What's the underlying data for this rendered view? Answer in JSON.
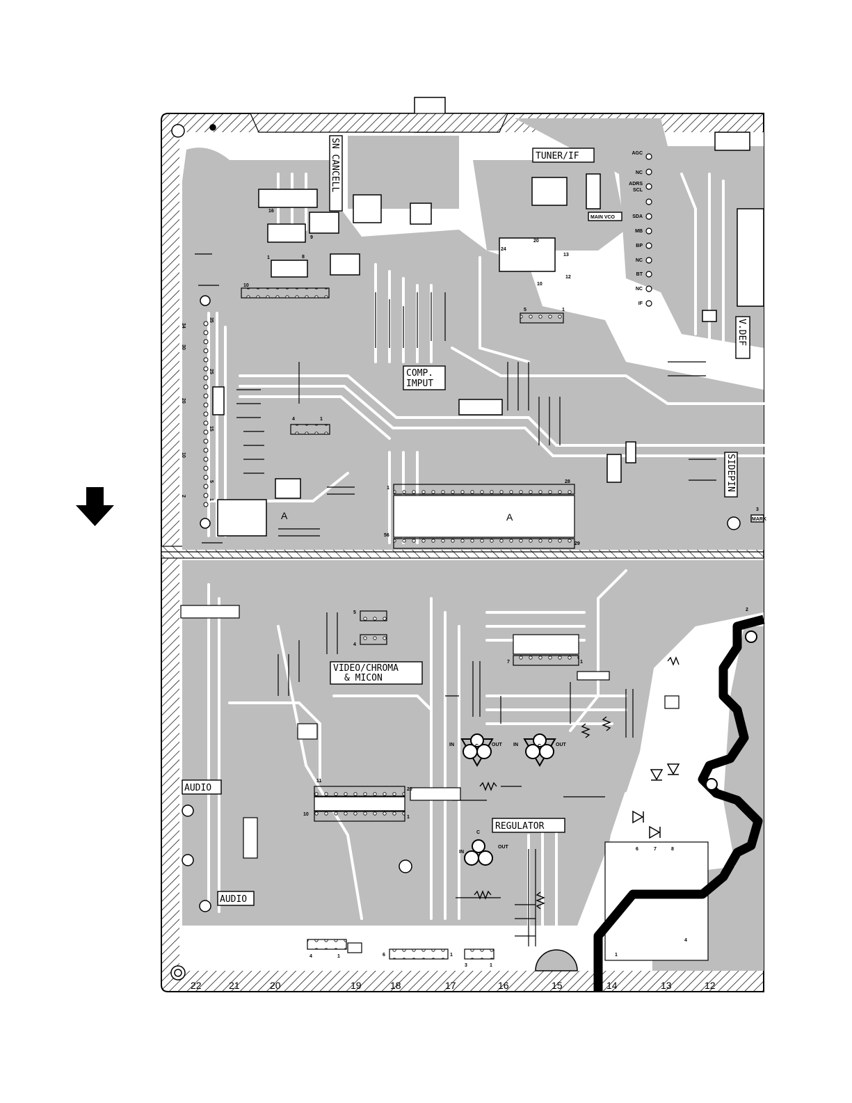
{
  "section_labels": {
    "sn_cancell": "SN CANCELL",
    "tuner_if": "TUNER/IF",
    "comp_imput_1": "COMP.",
    "comp_imput_2": "IMPUT",
    "v_def": "V.DEF",
    "sidepin": "SIDEPIN",
    "video_chroma_1": "VIDEO/CHROMA",
    "video_chroma_2": "& MICON",
    "audio_1": "AUDIO",
    "audio_2": "AUDIO",
    "regulator": "REGULATOR",
    "main_vco": "MAIN VCO",
    "mark": "MARK"
  },
  "tuner_pins": [
    "AGC",
    "NC",
    "ADRS",
    "SCL",
    "SDA",
    "MB",
    "BP",
    "NC",
    "BT",
    "NC",
    "IF"
  ],
  "edge_numbers": [
    "22",
    "21",
    "20",
    "19",
    "18",
    "17",
    "16",
    "15",
    "14",
    "13",
    "12"
  ],
  "left_pin_numbers": [
    "35",
    "34",
    "30",
    "25",
    "20",
    "15",
    "10",
    "5",
    "2",
    "1"
  ],
  "regulator_pins": {
    "in": "IN",
    "common": "C",
    "out": "OUT"
  },
  "pin_marks": {
    "ic_top_16": "16",
    "ic_top_9": "9",
    "ic_top_8": "8",
    "ic_top_1": "1",
    "ic_top_10": "10",
    "conn_4": "4",
    "conn_1": "1",
    "ic_tuner_24": "24",
    "ic_tuner_20": "20",
    "ic_tuner_13": "13",
    "ic_tuner_12": "12",
    "ic_tuner_10": "10",
    "ic_tuner_5": "5",
    "ic_tuner_1": "1",
    "main_28": "28",
    "main_29": "29",
    "main_56": "56",
    "main_1": "1",
    "a_left": "A",
    "a_right": "A",
    "v5": "5",
    "v4": "4",
    "v7": "7",
    "v1": "1",
    "ic_low_11": "11",
    "ic_low_20": "20",
    "ic_low_10": "10",
    "ic_low_1": "1",
    "conn_low_6": "6",
    "conn_low_1": "1",
    "conn_low_3": "3",
    "conn_low_1b": "1",
    "conn_low_4": "4",
    "conn_low_1c": "1",
    "p6": "6",
    "p7": "7",
    "p8": "8",
    "p1": "1",
    "p4": "4",
    "p2": "2",
    "p3": "3"
  },
  "icons": {
    "direction_arrow": "down-arrow-icon"
  }
}
